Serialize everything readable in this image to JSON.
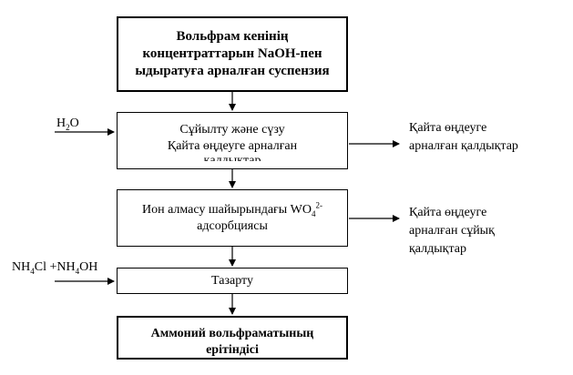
{
  "boxes": {
    "start": {
      "lines": [
        "Вольфрам кенінің",
        "концентраттарын NaOH-пен",
        "ыдыратуға арналған суспензия"
      ]
    },
    "dilution": {
      "line1": "Сұйылту және сүзу",
      "line2": "Қайта өңдеуге арналған",
      "line3": "қалдықтар"
    },
    "ion_exchange": {
      "line1_pre": "Ион алмасу шайырындағы WO",
      "line1_sub": "4",
      "line1_sup": "2-",
      "line2": "адсорбциясы"
    },
    "purification": {
      "label": "Тазарту"
    },
    "end": {
      "line1": "Аммоний вольфраматының",
      "line2": "ерітіндісі"
    }
  },
  "inputs": {
    "water": {
      "pre": "H",
      "sub": "2",
      "post": "O"
    },
    "reagents": {
      "p1": "NH",
      "s1": "4",
      "p2": "Cl +NH",
      "s2": "4",
      "p3": "OH"
    }
  },
  "outputs": {
    "solid_residue": [
      "Қайта өңдеуге",
      "арналған қалдықтар"
    ],
    "liquid_residue": [
      "Қайта өңдеуге",
      "арналған сұйық",
      "қалдықтар"
    ]
  }
}
